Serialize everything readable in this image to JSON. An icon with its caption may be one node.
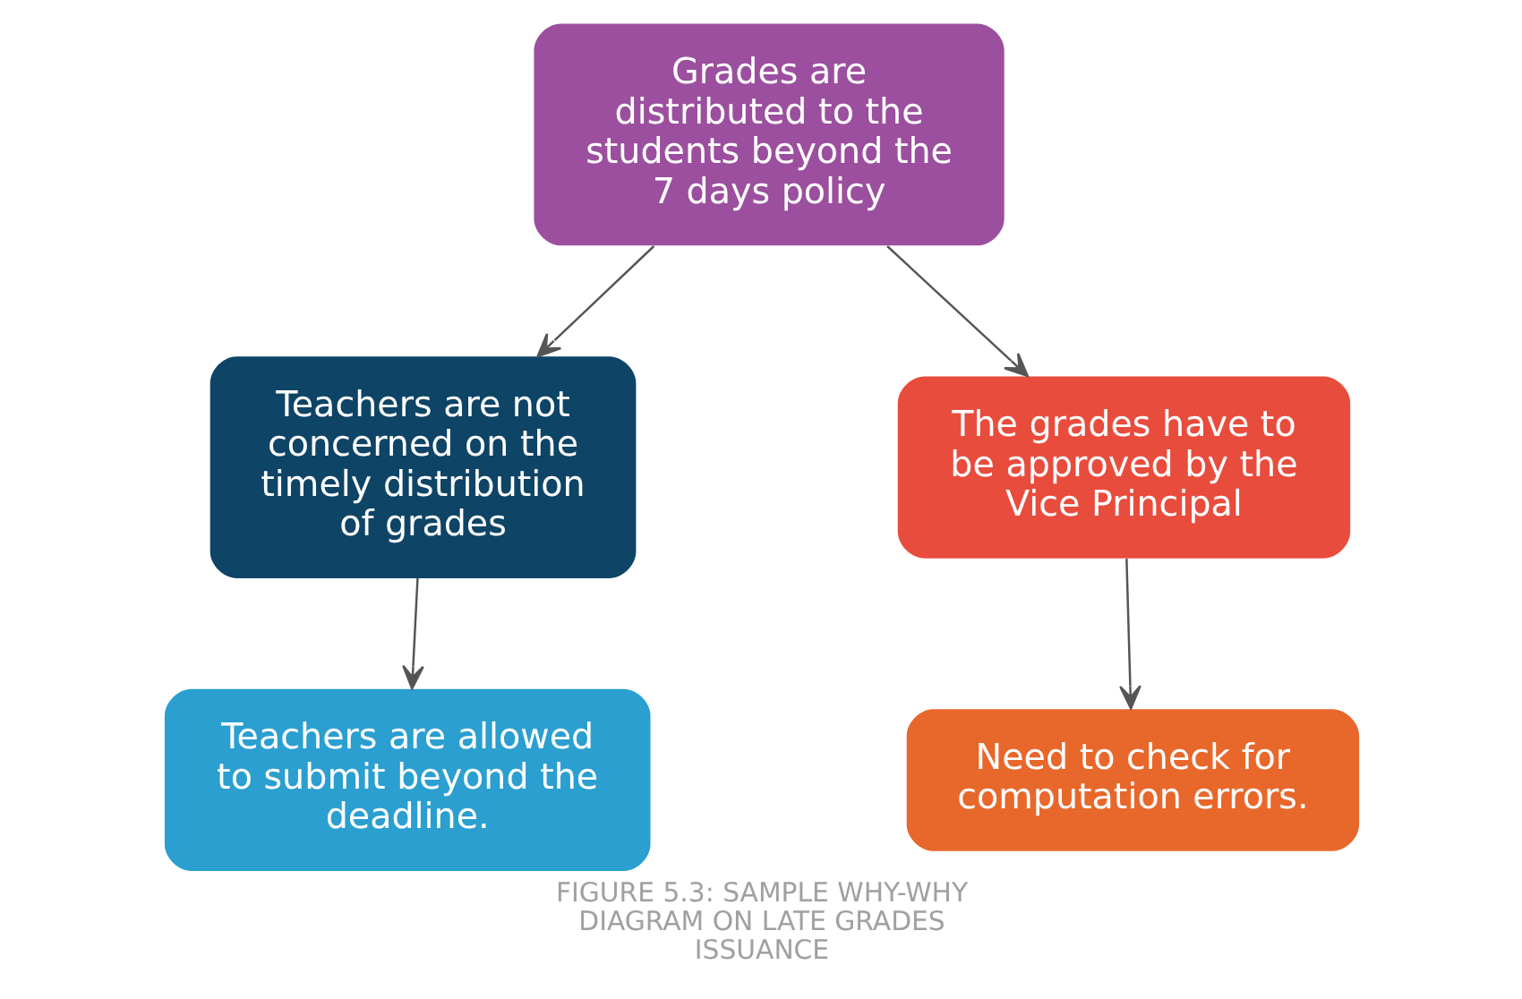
{
  "diagram": {
    "caption": "FIGURE 5.3: SAMPLE WHY-WHY DIAGRAM ON LATE GRADES ISSUANCE",
    "nodes": [
      {
        "text": [
          "Grades are distributed to the students beyond the 7 days policy"
        ]
      },
      {
        "text": [
          "Teachers are not concerned on the timely distribution of grades"
        ]
      },
      {
        "text": [
          "The grades have to be approved by the Vice Principal"
        ]
      },
      {
        "text": [
          "Teachers are allowed to submit beyond the deadline."
        ]
      },
      {
        "text": [
          "Need to check for computation errors."
        ]
      }
    ],
    "edges": [
      {
        "from": 0,
        "to": 1,
        "arrow": "to"
      },
      {
        "from": 0,
        "to": 2,
        "arrow": "to"
      },
      {
        "from": 1,
        "to": 3,
        "arrow": "to"
      },
      {
        "from": 2,
        "to": 4,
        "arrow": "to"
      }
    ]
  }
}
